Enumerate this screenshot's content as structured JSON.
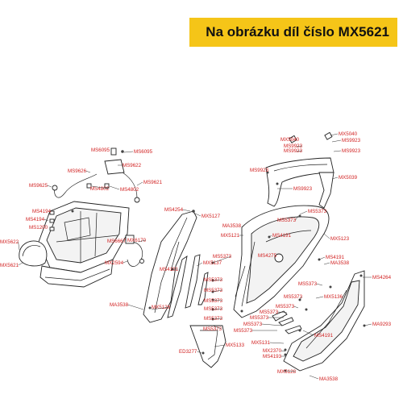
{
  "header": {
    "title": "Na obrázku díl číslo MX5621",
    "background": "#f5c518"
  },
  "label_color": "#d11f1f",
  "labels": [
    "MS6095",
    "MS6095",
    "MS9622",
    "MS9626",
    "MS9621",
    "MS9625",
    "MS4802",
    "MS4802",
    "MS4194",
    "MS4194",
    "MS1200",
    "MX5622",
    "MX5621",
    "MS6667",
    "MX2594",
    "MX6170",
    "MS4254",
    "MX5127",
    "MS4191",
    "MX5137",
    "MX5126",
    "MA3538",
    "MS5373",
    "MS5373",
    "MS5373",
    "MS5373",
    "MS5373",
    "MS5373",
    "MS5373",
    "MX5040",
    "MS9923",
    "MS9923",
    "MX5040",
    "MS9923",
    "MS9923",
    "MS9923",
    "MS9923",
    "MX5039",
    "MS5373",
    "MA3538",
    "MS5373",
    "MX5121",
    "MS4191",
    "MX5123",
    "MS4275",
    "MS4191",
    "MA3538",
    "MS5373",
    "MS4264",
    "MS5373",
    "MX5136",
    "MS5373",
    "MS5373",
    "MS5373",
    "MS5373",
    "MS5373",
    "MS4191",
    "MA9293",
    "MX5131",
    "MX2370",
    "MS4193",
    "ED3277",
    "MX5133",
    "MX5128",
    "MA3538"
  ]
}
